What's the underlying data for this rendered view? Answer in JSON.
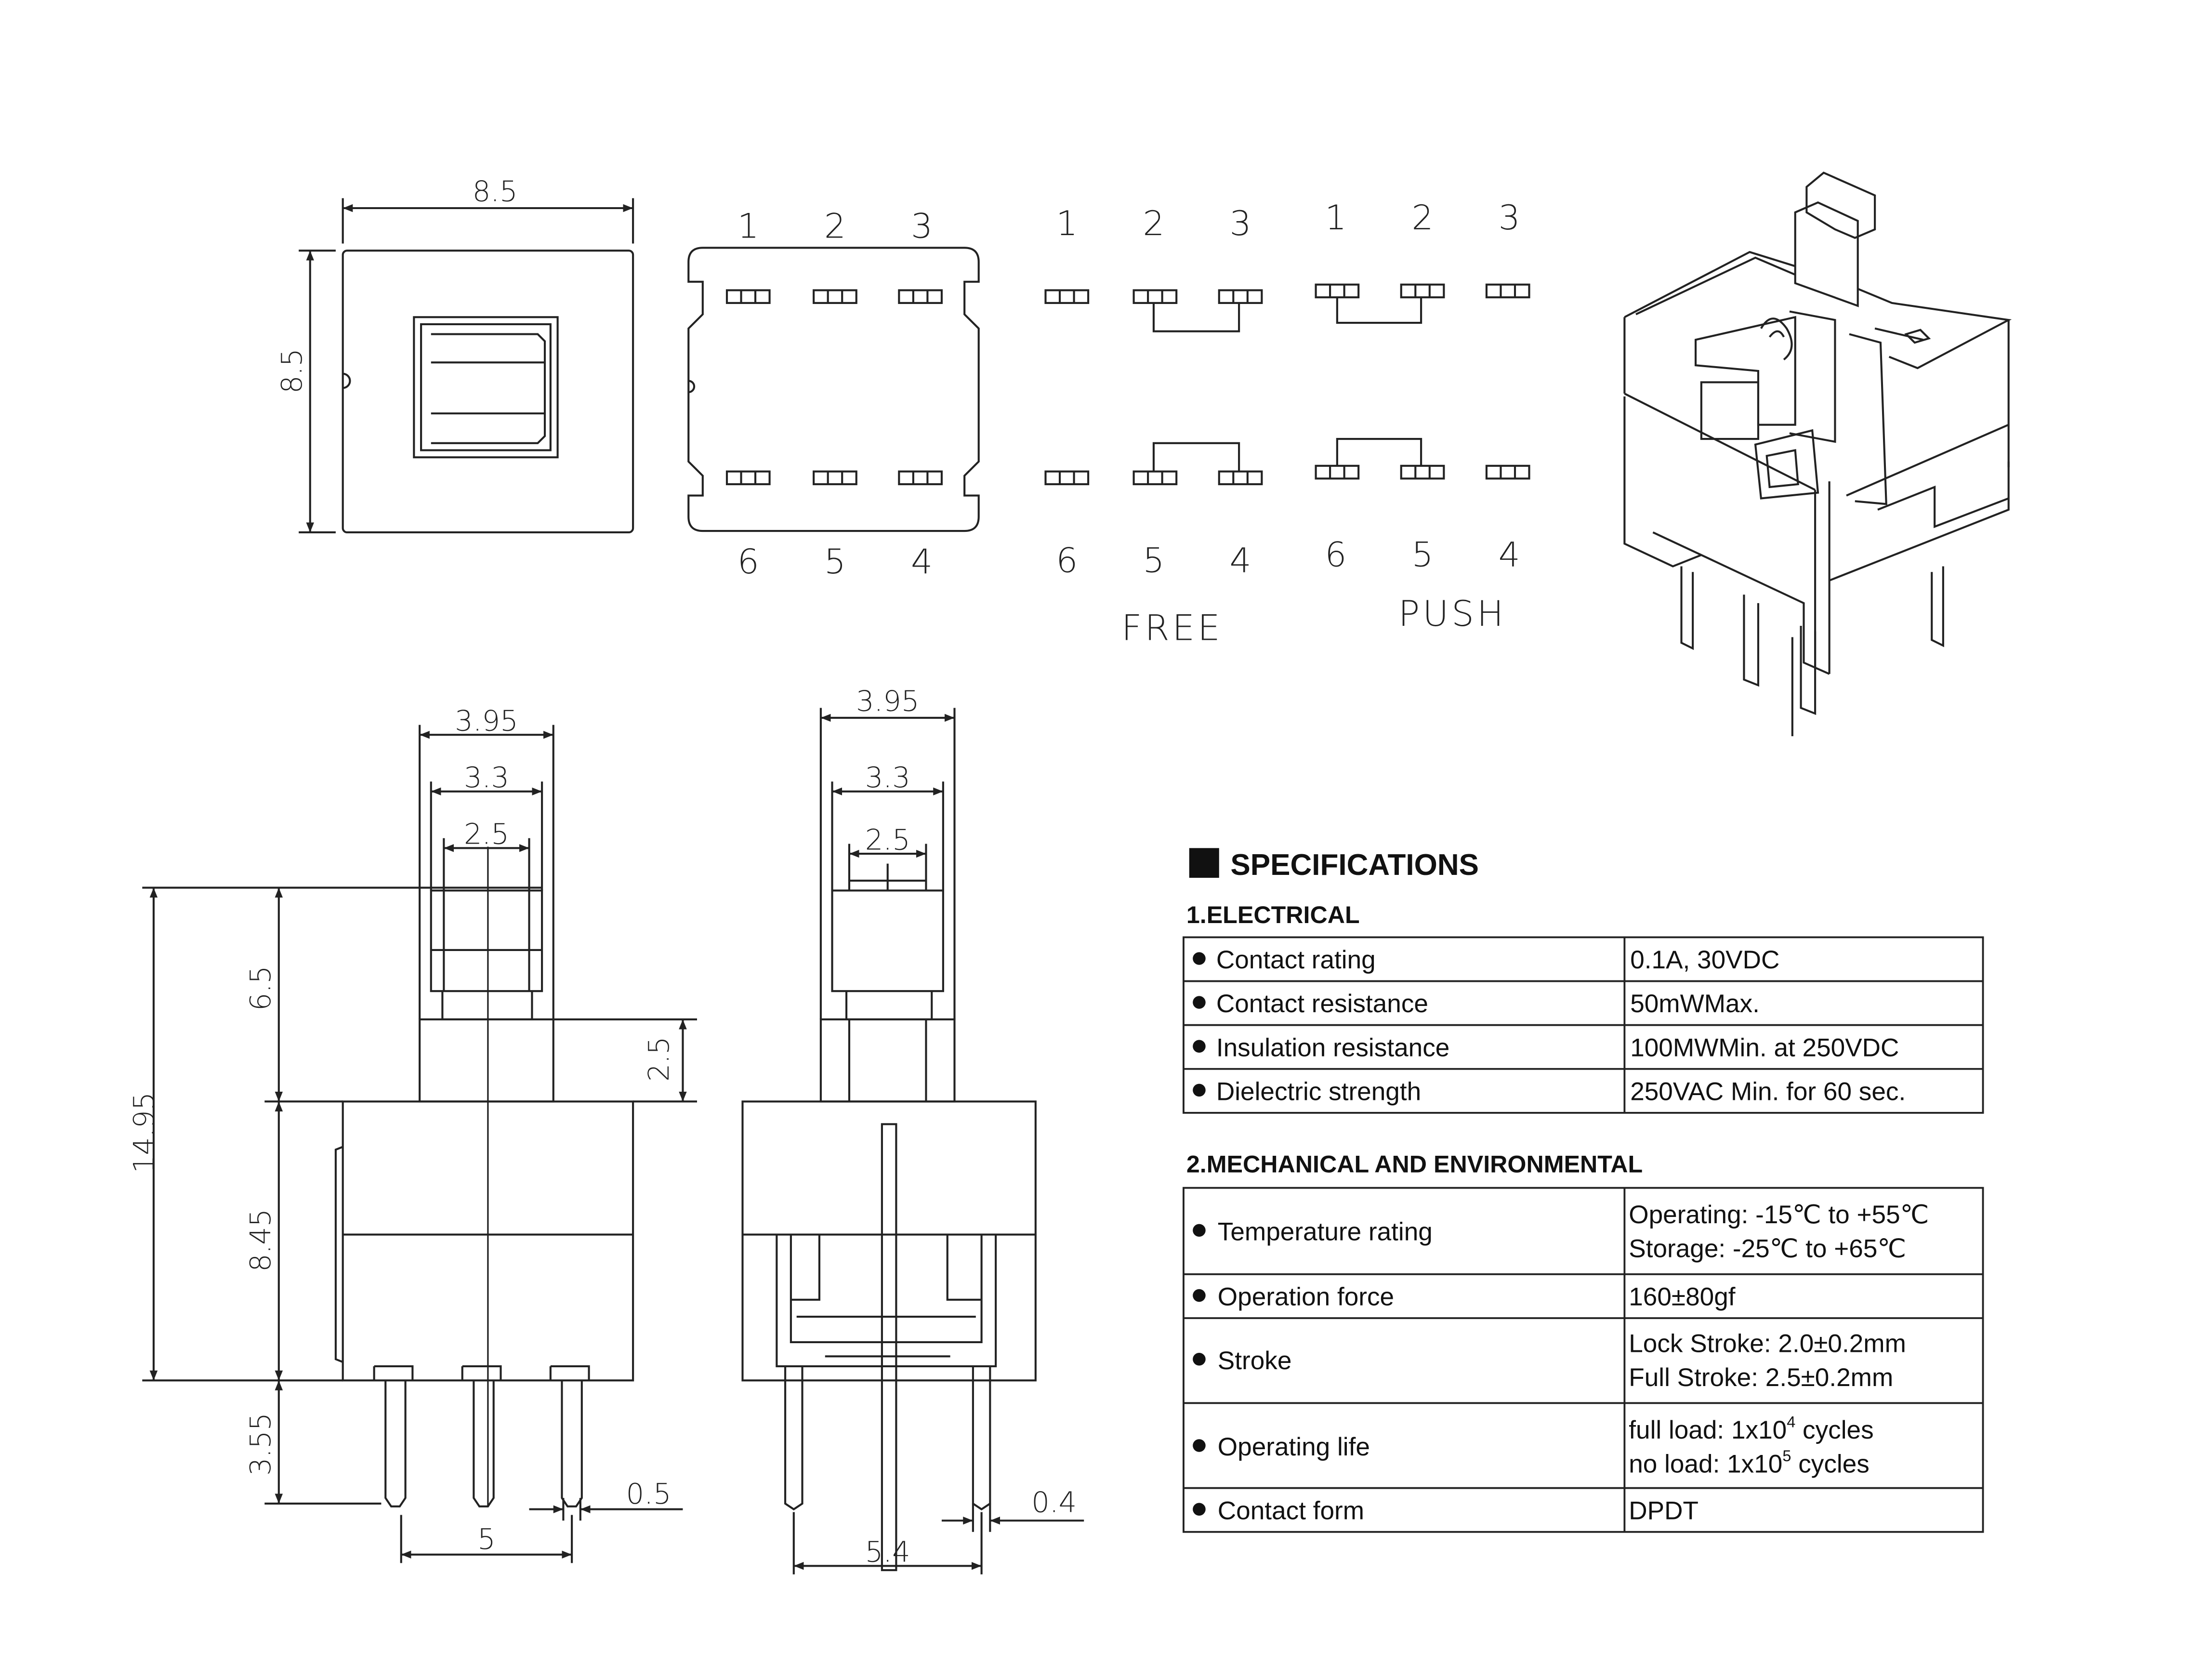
{
  "dimensions": {
    "top_width": "8.5",
    "top_height": "8.5",
    "front_top_width": "3.95",
    "front_mid_width": "3.3",
    "front_inner_width": "2.5",
    "side_top_width": "3.95",
    "side_mid_width": "3.3",
    "side_inner_width": "2.5",
    "total_height": "14.95",
    "plunger_height": "6.5",
    "plunger_step": "2.5",
    "body_height": "8.45",
    "pin_length": "3.55",
    "pin_pitch": "5",
    "pin_width_front": "0.5",
    "pin_span_side": "5.4",
    "pin_width_side": "0.4"
  },
  "pinout": {
    "top_pins": [
      "1",
      "2",
      "3"
    ],
    "bottom_pins": [
      "6",
      "5",
      "4"
    ],
    "free_label": "FREE",
    "push_label": "PUSH"
  },
  "specs": {
    "title": "SPECIFICATIONS",
    "electrical_title": "1.ELECTRICAL",
    "electrical": [
      {
        "name": "Contact rating",
        "value": "0.1A, 30VDC"
      },
      {
        "name": "Contact resistance",
        "value": "50mWMax."
      },
      {
        "name": "Insulation resistance",
        "value": "100MWMin. at 250VDC"
      },
      {
        "name": "Dielectric strength",
        "value": "250VAC Min. for 60 sec."
      }
    ],
    "mechanical_title": "2.MECHANICAL AND ENVIRONMENTAL",
    "mechanical": [
      {
        "name": "Temperature rating",
        "line1": "Operating: -15℃ to +55℃",
        "line2": "Storage: -25℃ to +65℃"
      },
      {
        "name": "Operation force",
        "line1": "160±80gf",
        "line2": ""
      },
      {
        "name": "Stroke",
        "line1": "Lock Stroke: 2.0±0.2mm",
        "line2": "Full Stroke: 2.5±0.2mm"
      },
      {
        "name": "Operating life",
        "line1": "full load: 1x10",
        "sup1": "4",
        "tail1": " cycles",
        "line2": "no load: 1x10",
        "sup2": "5",
        "tail2": " cycles"
      },
      {
        "name": "Contact form",
        "line1": "DPDT",
        "line2": ""
      }
    ]
  }
}
